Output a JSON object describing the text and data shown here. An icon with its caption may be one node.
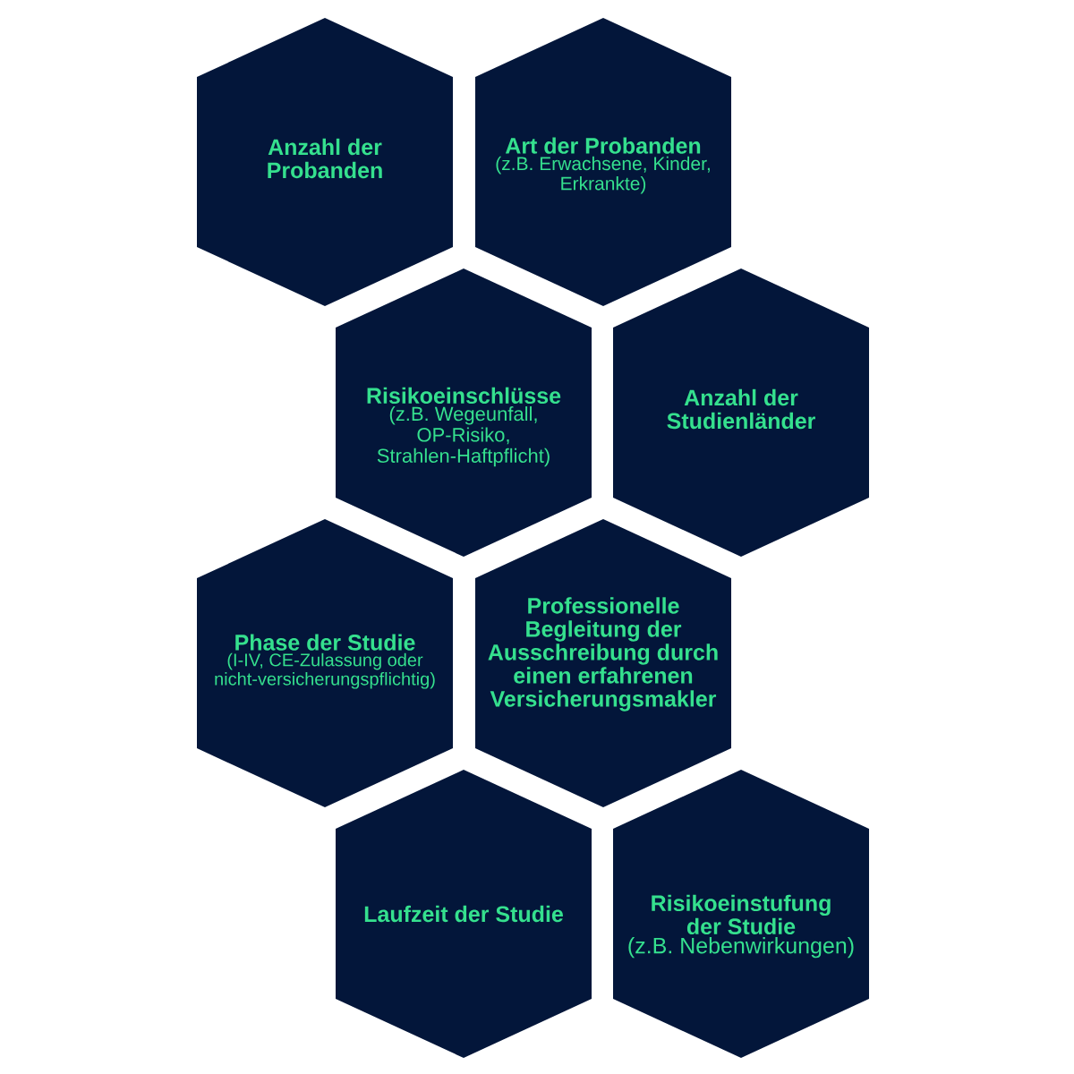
{
  "diagram": {
    "nodes": [
      {
        "text": [
          "Anzahl der Probanden"
        ]
      },
      {
        "text": [
          "Art der Probanden",
          "(z.B. Erwachsene, Kinder, Erkrankte)"
        ]
      },
      {
        "text": [
          "Risikoeinschlüsse",
          "(z.B. Wegeunfall, OP-Risiko, Strahlen-Haftpflicht)"
        ]
      },
      {
        "text": [
          "Anzahl der Studienländer"
        ]
      },
      {
        "text": [
          "Phase der Studie",
          "(I-IV, CE-Zulassung oder nicht-versicherungspflichtig)"
        ]
      },
      {
        "text": [
          "Professionelle Begleitung der Ausschreibung durch einen erfahrenen Versicherungsmakler"
        ]
      },
      {
        "text": [
          "Laufzeit der Studie"
        ]
      },
      {
        "text": [
          "Risikoeinstufung der Studie",
          "(z.B. Nebenwirkungen)"
        ]
      }
    ]
  }
}
